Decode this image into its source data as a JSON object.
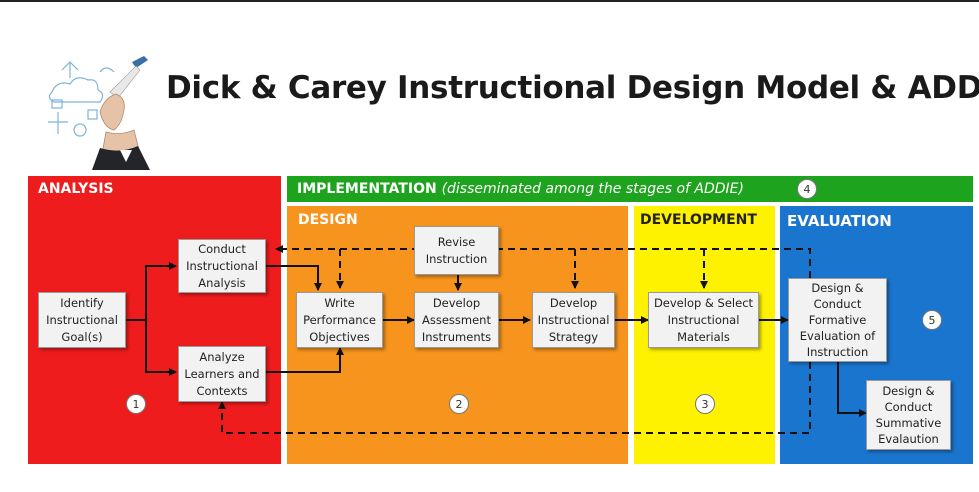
{
  "title": "Dick & Carey Instructional Design Model & ADDIE",
  "phases": {
    "analysis": {
      "label": "ANALYSIS",
      "color": "#ee1c1c",
      "number": "1"
    },
    "implementation": {
      "label": "IMPLEMENTATION",
      "note": "(disseminated among the stages of ADDIE)",
      "color": "#1ea31e",
      "number": "4"
    },
    "design": {
      "label": "DESIGN",
      "color": "#f7941d",
      "number": "2"
    },
    "development": {
      "label": "DEVELOPMENT",
      "color": "#fff200",
      "number": "3"
    },
    "evaluation": {
      "label": "EVALUATION",
      "color": "#1a75cf",
      "number": "5"
    }
  },
  "steps": {
    "identify_goals": "Identify\nInstructional\nGoal(s)",
    "conduct_analysis": "Conduct\nInstructional\nAnalysis",
    "analyze_learners": "Analyze\nLearners and\nContexts",
    "write_objectives": "Write\nPerformance\nObjectives",
    "revise_instruction": "Revise\nInstruction",
    "develop_assessment": "Develop\nAssessment\nInstruments",
    "develop_strategy": "Develop\nInstructional\nStrategy",
    "develop_materials": "Develop & Select\nInstructional\nMaterials",
    "formative_evaluation": "Design &\nConduct\nFormative\nEvaluation of\nInstruction",
    "summative_evaluation": "Design &\nConduct\nSummative\nEvalaution"
  }
}
